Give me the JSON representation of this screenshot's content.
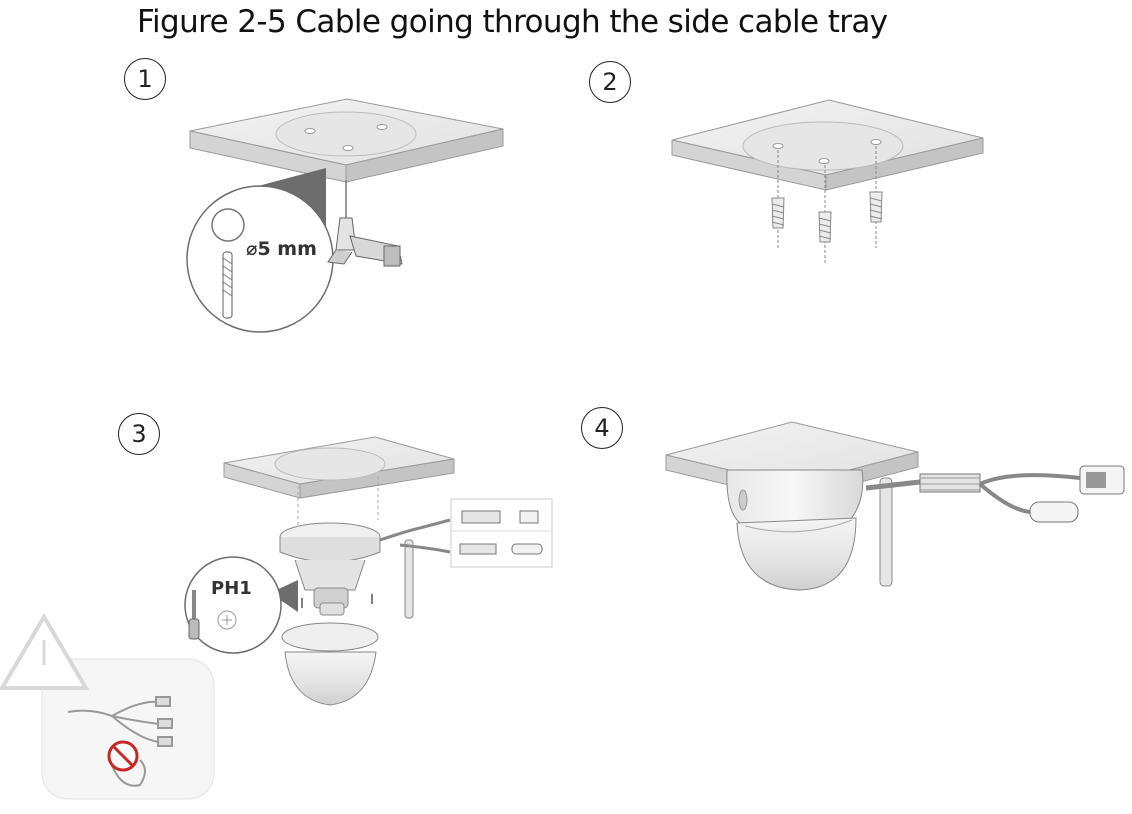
{
  "figure": {
    "title": "Figure 2-5 Cable going through the side cable tray"
  },
  "steps": [
    {
      "number": "1"
    },
    {
      "number": "2"
    },
    {
      "number": "3"
    },
    {
      "number": "4"
    }
  ],
  "annotations": {
    "drill_size": "⌀5 mm",
    "screwdriver": "PH1"
  },
  "icons": {
    "warning": "warning-triangle-icon",
    "prohibited": "prohibited-icon"
  }
}
